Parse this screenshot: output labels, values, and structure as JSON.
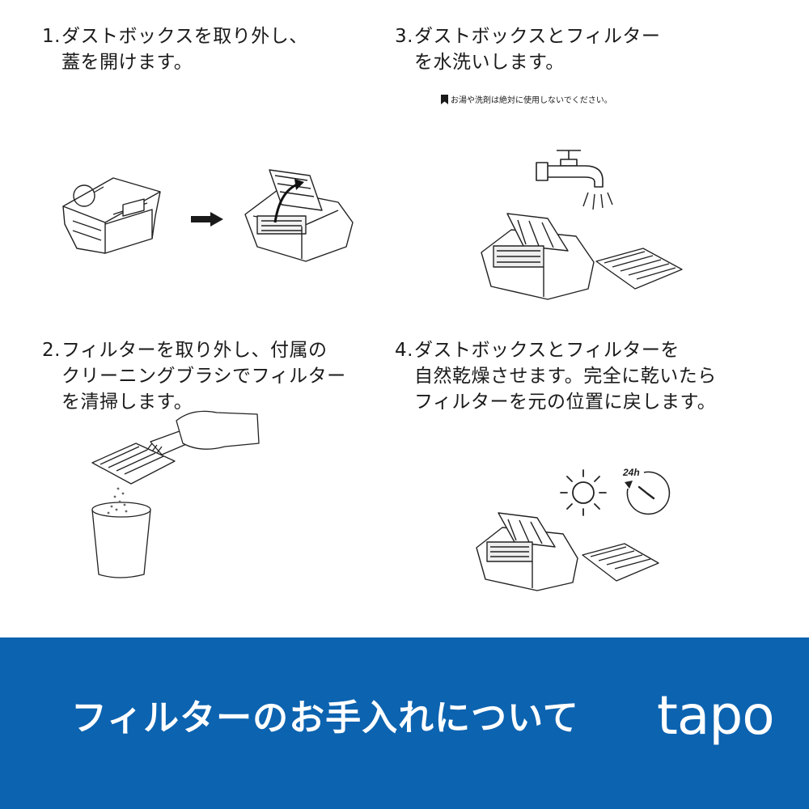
{
  "steps": [
    {
      "number": "1.",
      "lines": [
        "ダストボックスを取り外し、",
        "蓋を開けます。"
      ]
    },
    {
      "number": "2.",
      "lines": [
        "フィルターを取り外し、付属の",
        "クリーニングブラシでフィルター",
        "を清掃します。"
      ]
    },
    {
      "number": "3.",
      "lines": [
        "ダストボックスとフィルター",
        "を水洗いします。"
      ]
    },
    {
      "number": "4.",
      "lines": [
        "ダストボックスとフィルターを",
        "自然乾燥させます。完全に乾いたら",
        "フィルターを元の位置に戻します。"
      ]
    }
  ],
  "note": "お湯や洗剤は絶対に使用しないでください。",
  "clock_label": "24h",
  "banner": {
    "title": "フィルターのお手入れについて",
    "logo": "tapo",
    "background_color": "#0c63b0"
  },
  "icons": [
    "bookmark-icon",
    "faucet-icon",
    "water-drop-icon",
    "sun-icon",
    "clock-icon",
    "arrow-right-icon",
    "brush-icon",
    "hand-icon",
    "cup-icon"
  ]
}
